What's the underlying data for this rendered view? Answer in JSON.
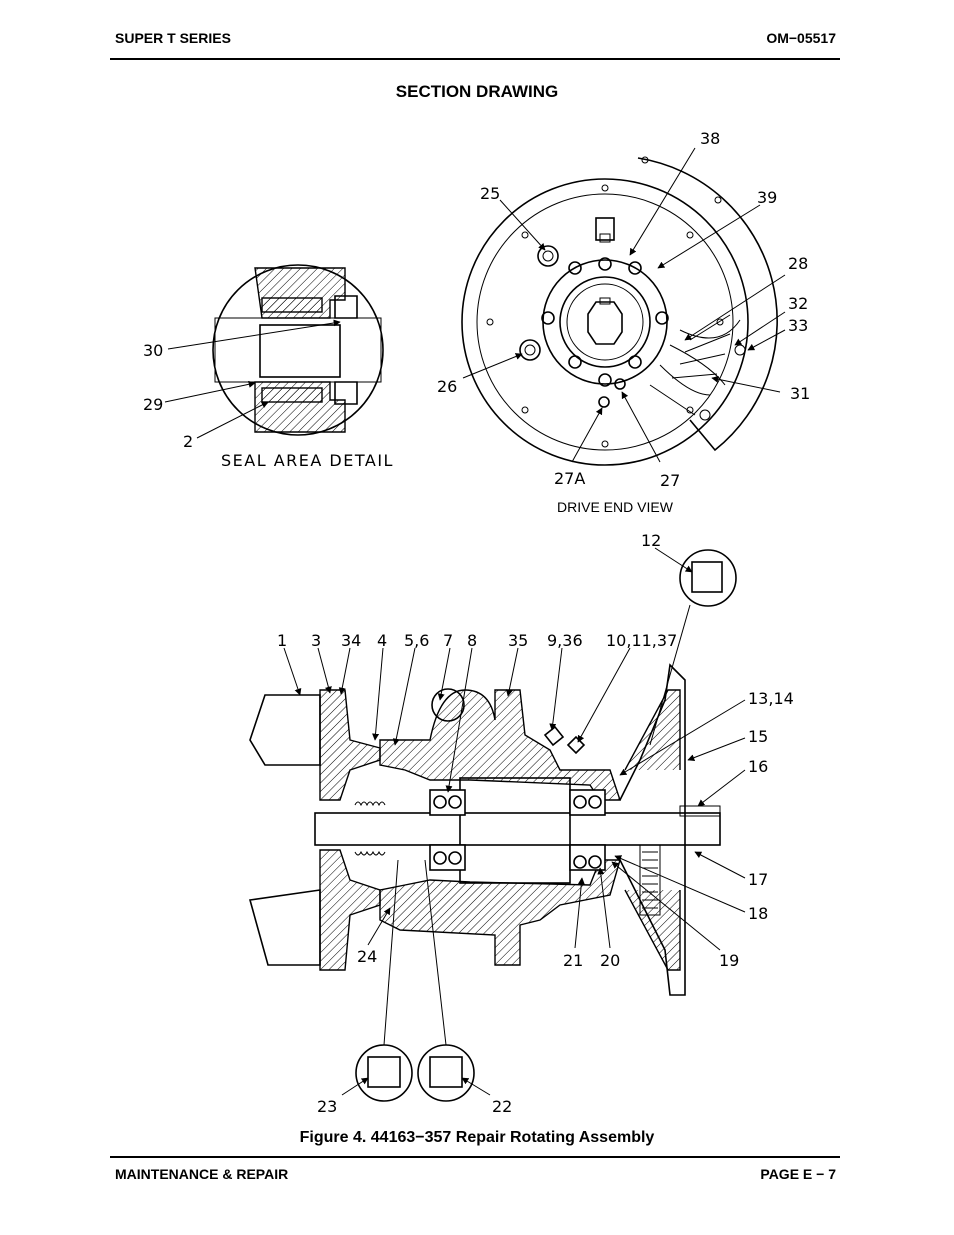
{
  "header": {
    "left": "SUPER T SERIES",
    "right": "OM−05517"
  },
  "section_title": "SECTION DRAWING",
  "seal_detail": {
    "title": "SEAL AREA DETAIL",
    "callouts": {
      "c30": "30",
      "c29": "29",
      "c2": "2"
    }
  },
  "drive_end": {
    "title": "DRIVE END VIEW",
    "callouts": {
      "c38": "38",
      "c39": "39",
      "c25": "25",
      "c28": "28",
      "c32": "32",
      "c33": "33",
      "c26": "26",
      "c31": "31",
      "c27a": "27A",
      "c27": "27"
    }
  },
  "assembly": {
    "callouts": {
      "c12": "12",
      "c1": "1",
      "c3": "3",
      "c34": "34",
      "c4": "4",
      "c56": "5,6",
      "c7": "7",
      "c8": "8",
      "c35": "35",
      "c936": "9,36",
      "c101137": "10,11,37",
      "c1314": "13,14",
      "c15": "15",
      "c16": "16",
      "c17": "17",
      "c18": "18",
      "c19": "19",
      "c20": "20",
      "c21": "21",
      "c24": "24",
      "c23": "23",
      "c22": "22"
    }
  },
  "caption": "Figure 4.  44163−357 Repair Rotating Assembly",
  "footer": {
    "left": "MAINTENANCE & REPAIR",
    "right": "PAGE E − 7"
  }
}
